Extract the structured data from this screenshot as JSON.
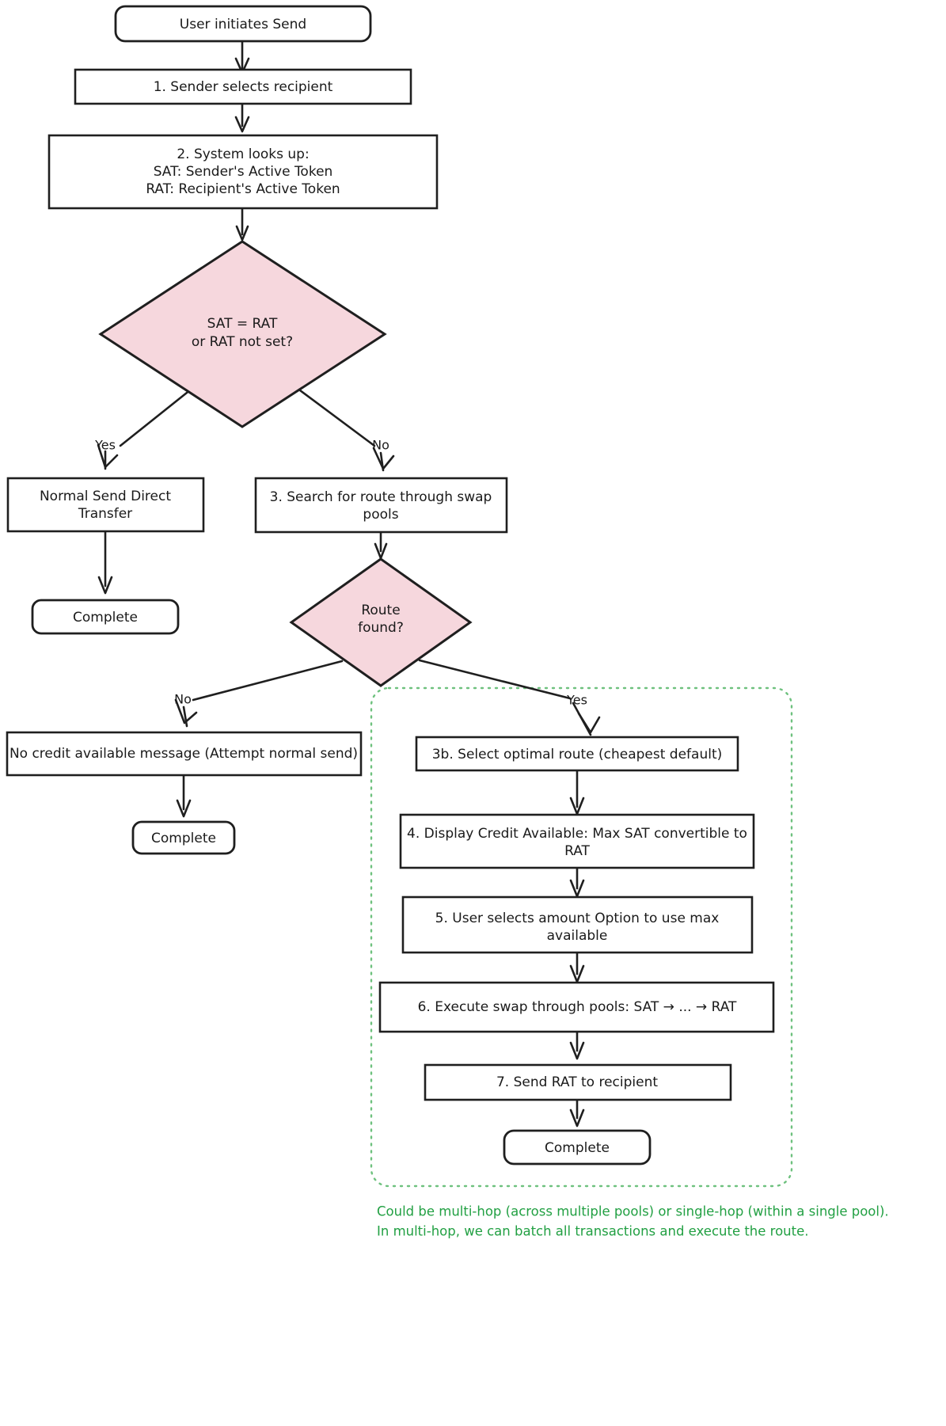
{
  "theme": {
    "background": "#ffffff",
    "stroke": "#1f1f1f",
    "decision_fill": "#f6d7dd",
    "decision_stroke": "#1f1f1f",
    "node_fill": "#ffffff",
    "subgraph_stroke": "#6ec17e",
    "caption_color": "#22a043",
    "text_color": "#1a1a1a"
  },
  "nodes": {
    "start": {
      "label": "User initiates Send",
      "shape": "stadium"
    },
    "step1": {
      "label": "1. Sender selects recipient",
      "shape": "rect"
    },
    "step2": {
      "shape": "rect",
      "lines": [
        "2. System looks up:",
        "SAT: Sender's Active Token",
        "RAT: Recipient's Active Token"
      ]
    },
    "decision1": {
      "shape": "diamond",
      "lines": [
        "SAT = RAT",
        "or RAT not set?"
      ]
    },
    "normal_send": {
      "shape": "rect",
      "lines": [
        "Normal Send Direct",
        "Transfer"
      ]
    },
    "complete_left": {
      "label": "Complete",
      "shape": "stadium"
    },
    "step3": {
      "shape": "rect",
      "lines": [
        "3. Search for route through swap",
        "pools"
      ]
    },
    "decision2": {
      "shape": "diamond",
      "lines": [
        "Route",
        "found?"
      ]
    },
    "no_credit": {
      "label": "No credit available message (Attempt normal send)",
      "shape": "rect"
    },
    "complete_mid": {
      "label": "Complete",
      "shape": "stadium"
    },
    "step3b": {
      "label": "3b. Select optimal route (cheapest default)",
      "shape": "rect"
    },
    "step4": {
      "shape": "rect",
      "lines": [
        "4. Display Credit Available: Max SAT convertible to",
        "RAT"
      ]
    },
    "step5": {
      "shape": "rect",
      "lines": [
        "5. User selects amount Option to use max",
        "available"
      ]
    },
    "step6": {
      "label": "6. Execute swap through pools: SAT → ... → RAT",
      "shape": "rect"
    },
    "step7": {
      "label": "7. Send RAT to recipient",
      "shape": "rect"
    },
    "complete_right": {
      "label": "Complete",
      "shape": "stadium"
    }
  },
  "edge_labels": {
    "d1_yes": "Yes",
    "d1_no": "No",
    "d2_no": "No",
    "d2_yes": "Yes"
  },
  "caption": {
    "line1": "Could be multi-hop (across multiple pools) or single-hop (within a single pool).",
    "line2": "In multi-hop, we can batch all transactions and execute the route."
  }
}
